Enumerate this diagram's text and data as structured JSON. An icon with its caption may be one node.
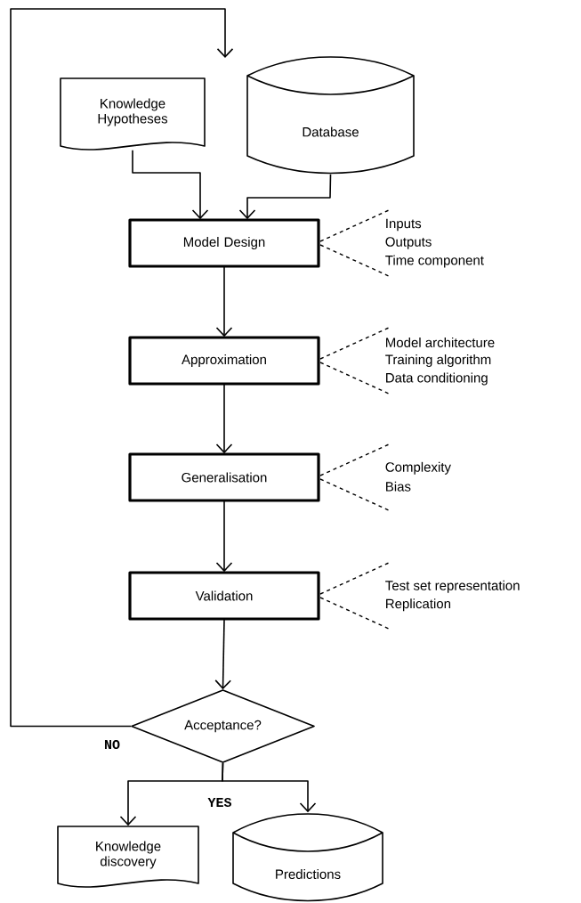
{
  "diagram": {
    "nodes": [
      {
        "text": [
          "Knowledge Hypotheses"
        ]
      },
      {
        "text": [
          "Database"
        ]
      },
      {
        "text": [
          "Model Design"
        ],
        "beside": [
          "Inputs",
          "Outputs",
          "Time component"
        ]
      },
      {
        "text": [
          "Approximation"
        ],
        "beside": [
          "Model architecture",
          "Training algorithm",
          "Data conditioning"
        ]
      },
      {
        "text": [
          "Generalisation"
        ],
        "beside": [
          "Complexity",
          "Bias"
        ]
      },
      {
        "text": [
          "Validation"
        ],
        "beside": [
          "Test set representation",
          "Replication"
        ]
      },
      {
        "text": [
          "Acceptance?"
        ]
      },
      {
        "text": [
          "Knowledge discovery"
        ]
      },
      {
        "text": [
          "Predictions"
        ]
      }
    ],
    "edges": [
      {
        "from": 0,
        "to": 2,
        "arrow": "to"
      },
      {
        "from": 1,
        "to": 2,
        "arrow": "to"
      },
      {
        "from": 2,
        "to": 3,
        "arrow": "to"
      },
      {
        "from": 3,
        "to": 4,
        "arrow": "to"
      },
      {
        "from": 4,
        "to": 5,
        "arrow": "to"
      },
      {
        "from": 5,
        "to": 6,
        "arrow": "to"
      },
      {
        "from": 6,
        "to": null,
        "arrow": "to",
        "label": "NO"
      },
      {
        "from": 6,
        "to": 7,
        "arrow": "to",
        "label": "YES"
      },
      {
        "from": 6,
        "to": 8,
        "arrow": "to"
      }
    ]
  }
}
